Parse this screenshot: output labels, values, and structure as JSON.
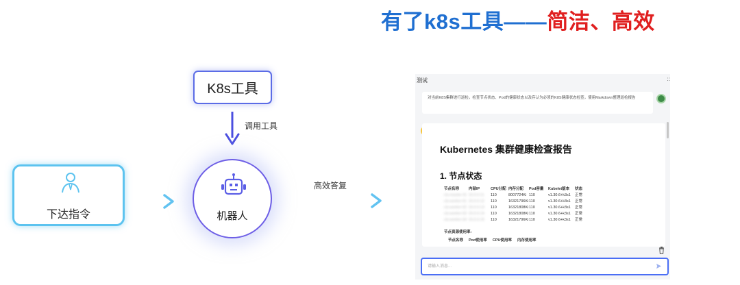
{
  "headline": {
    "part1": "有了k8s工具——",
    "part2": "简洁、高效"
  },
  "nodes": {
    "user": {
      "label": "下达指令"
    },
    "tool": {
      "label": "K8s工具"
    },
    "robot": {
      "label": "机器人"
    }
  },
  "edges": {
    "tool_to_robot": {
      "label": "调用工具"
    },
    "robot_to_chat": {
      "label": "高效答复"
    }
  },
  "chat": {
    "title": "测试",
    "expand": "::",
    "user_message": "对当前K8S集群进行巡检，检查节点状态、Pod的健康状态以及存认为必须的K8S健康状态检查，使用Markdown整理巡检报告",
    "input_placeholder": "请输入消息...",
    "report": {
      "title": "Kubernetes 集群健康检查报告",
      "section1": "1. 节点状态",
      "table_headers": [
        "节点名称",
        "内部IP",
        "CPU分配",
        "内存分配",
        "Pod容量",
        "Kubelet版本",
        "状态"
      ],
      "rows": [
        {
          "name": "cls-master-01",
          "ip": "10.0.0.11",
          "cpu": "110",
          "mem": "8007724Ki",
          "pod": "110",
          "kubelet": "v1.30.6+k3s1",
          "status": "正常"
        },
        {
          "name": "cls-worker-01",
          "ip": "10.0.0.12",
          "cpu": "110",
          "mem": "16321796Ki",
          "pod": "110",
          "kubelet": "v1.30.6+k3s1",
          "status": "正常"
        },
        {
          "name": "cls-worker-02",
          "ip": "10.0.0.13",
          "cpu": "110",
          "mem": "16321808Ki",
          "pod": "110",
          "kubelet": "v1.30.6+k3s1",
          "status": "正常"
        },
        {
          "name": "cls-worker-03",
          "ip": "10.0.0.14",
          "cpu": "110",
          "mem": "16321808Ki",
          "pod": "110",
          "kubelet": "v1.30.6+k3s1",
          "status": "正常"
        },
        {
          "name": "cls-worker-04",
          "ip": "10.0.0.15",
          "cpu": "110",
          "mem": "16321796Ki",
          "pod": "110",
          "kubelet": "v1.30.6+k3s1",
          "status": "正常"
        }
      ],
      "subsection": "节点资源使用率:",
      "usage_headers": [
        "节点名称",
        "Pod使用率",
        "CPU使用率",
        "内存使用率"
      ]
    }
  },
  "colors": {
    "headline_blue": "#1f6fd1",
    "headline_red": "#e01f1f",
    "user_border": "#5cc3ef",
    "tool_border": "#5b6ce6",
    "robot_border": "#6d5ee6",
    "arrow_vertical": "#4b4fe0",
    "arrow_horizontal": "#7fd0f5",
    "input_border": "#4a6ef5"
  }
}
